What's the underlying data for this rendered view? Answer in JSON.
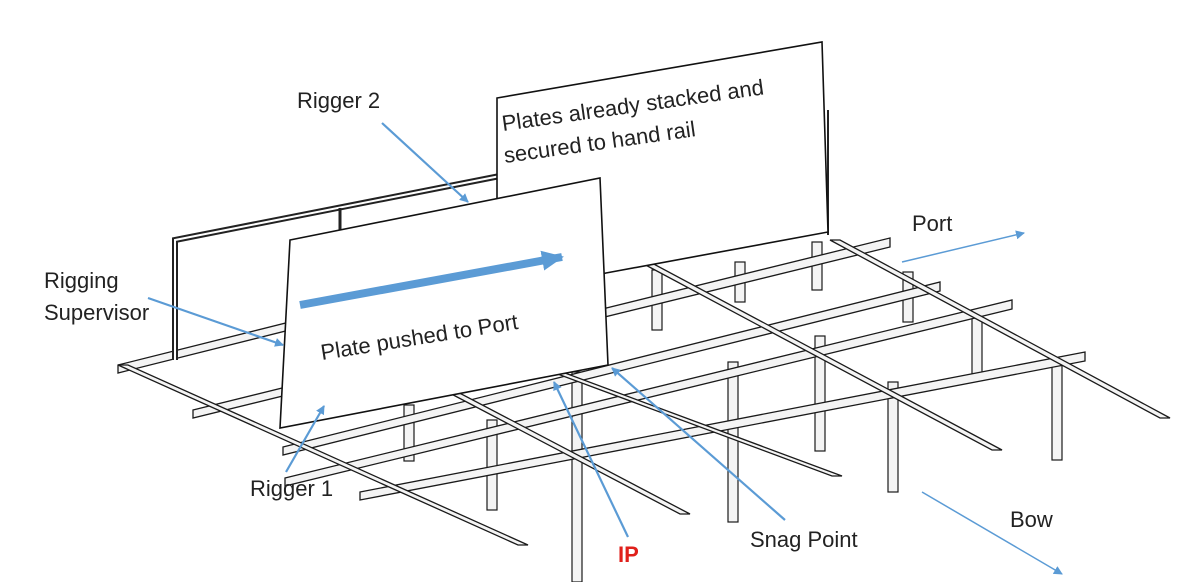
{
  "labels": {
    "rigger2": "Rigger 2",
    "rigger1": "Rigger 1",
    "rigging_supervisor_line1": "Rigging",
    "rigging_supervisor_line2": "Supervisor",
    "plates_stacked_line1": "Plates already stacked and",
    "plates_stacked_line2": "secured to hand rail",
    "plate_pushed": "Plate pushed to Port",
    "port": "Port",
    "bow": "Bow",
    "snag_point": "Snag Point",
    "ip": "IP"
  },
  "colors": {
    "arrow": "#5b9bd5",
    "ip": "#e0201b",
    "text": "#222222",
    "line": "#1a1a1a"
  }
}
